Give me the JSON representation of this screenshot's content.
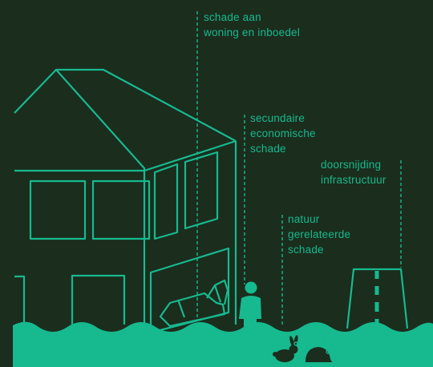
{
  "colors": {
    "background": "#1b2d1d",
    "accent": "#17b98f"
  },
  "labels": {
    "home_damage": {
      "line1": "schade aan",
      "line2": "woning en inboedel"
    },
    "secondary_economic": {
      "line1": "secundaire",
      "line2": "economische",
      "line3": "schade"
    },
    "infrastructure": {
      "line1": "doorsnijding",
      "line2": "infrastructuur"
    },
    "nature": {
      "line1": "natuur",
      "line2": "gerelateerde",
      "line3": "schade"
    }
  },
  "icons": [
    "house-icon",
    "flooded-car-icon",
    "person-icon",
    "rabbit-icon",
    "hedgehog-icon",
    "road-icon",
    "water-waves"
  ]
}
